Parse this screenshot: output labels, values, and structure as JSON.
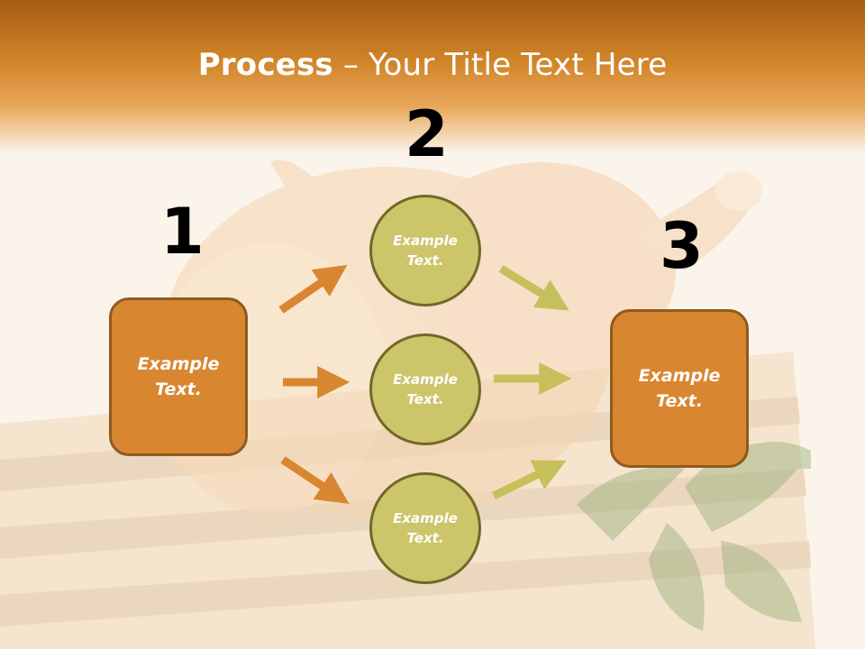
{
  "title": {
    "bold": "Process",
    "rest": " – Your Title Text Here"
  },
  "step_numbers": [
    "1",
    "2",
    "3"
  ],
  "left_box": {
    "text": "Example\nText."
  },
  "circles": [
    {
      "text": "Example\nText."
    },
    {
      "text": "Example\nText."
    },
    {
      "text": "Example\nText."
    }
  ],
  "right_box": {
    "text": "Example\nText."
  },
  "colors": {
    "title_band": "#cf8226",
    "box_fill": "#d88630",
    "box_border": "#8f5a1f",
    "circle_fill": "#cdc56a",
    "circle_border": "#6f6a26",
    "orange_arrow": "#d88630",
    "green_arrow": "#c6c05c"
  }
}
